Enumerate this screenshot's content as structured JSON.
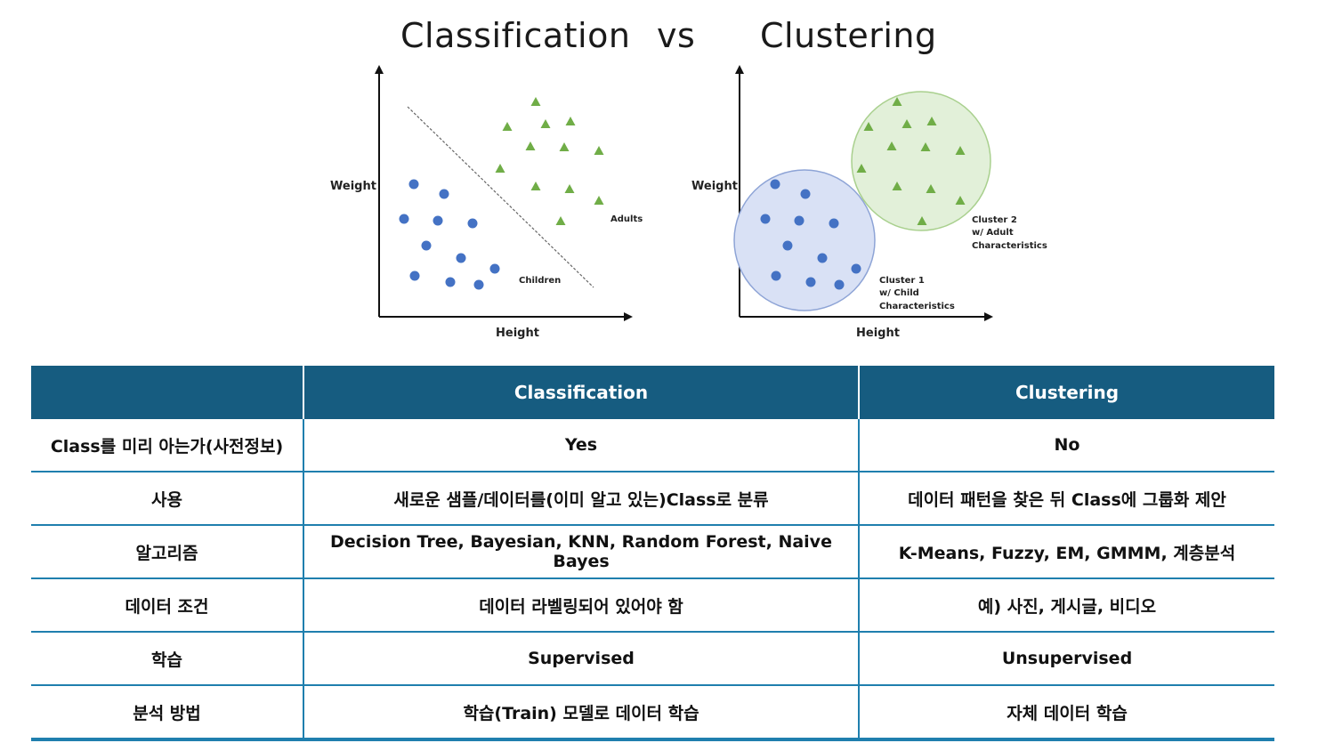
{
  "titles": {
    "left": "Classification",
    "vs": "vs",
    "right": "Clustering"
  },
  "left_plot": {
    "ylabel": "Weight",
    "xlabel": "Height",
    "annotations": {
      "adults": "Adults",
      "children": "Children"
    },
    "colors": {
      "dot": "#4472c4",
      "triangle": "#70ad47"
    }
  },
  "right_plot": {
    "ylabel": "Weight",
    "xlabel": "Height",
    "cluster1": [
      "Cluster 1",
      "w/ Child",
      "Characteristics"
    ],
    "cluster2": [
      "Cluster 2",
      "w/ Adult",
      "Characteristics"
    ],
    "colors": {
      "circle1_fill": "#d9e1f5",
      "circle2_fill": "#e2f0d9"
    }
  },
  "table": {
    "headers": [
      "",
      "Classification",
      "Clustering"
    ],
    "rows": [
      [
        "Class를 미리 아는가(사전정보)",
        "Yes",
        "No"
      ],
      [
        "사용",
        "새로운 샘플/데이터를(이미 알고 있는)Class로 분류",
        "데이터 패턴을 찾은 뒤 Class에 그룹화 제안"
      ],
      [
        "알고리즘",
        "Decision Tree, Bayesian, KNN, Random Forest, Naive Bayes",
        "K-Means, Fuzzy, EM, GMMM, 계층분석"
      ],
      [
        "데이터 조건",
        "데이터 라벨링되어 있어야 함",
        "예) 사진, 게시글, 비디오"
      ],
      [
        "학습",
        "Supervised",
        "Unsupervised"
      ],
      [
        "분석 방법",
        "학습(Train) 모델로 데이터 학습",
        "자체 데이터 학습"
      ]
    ],
    "header_color": "#165c80",
    "border_color": "#1f7fae"
  }
}
